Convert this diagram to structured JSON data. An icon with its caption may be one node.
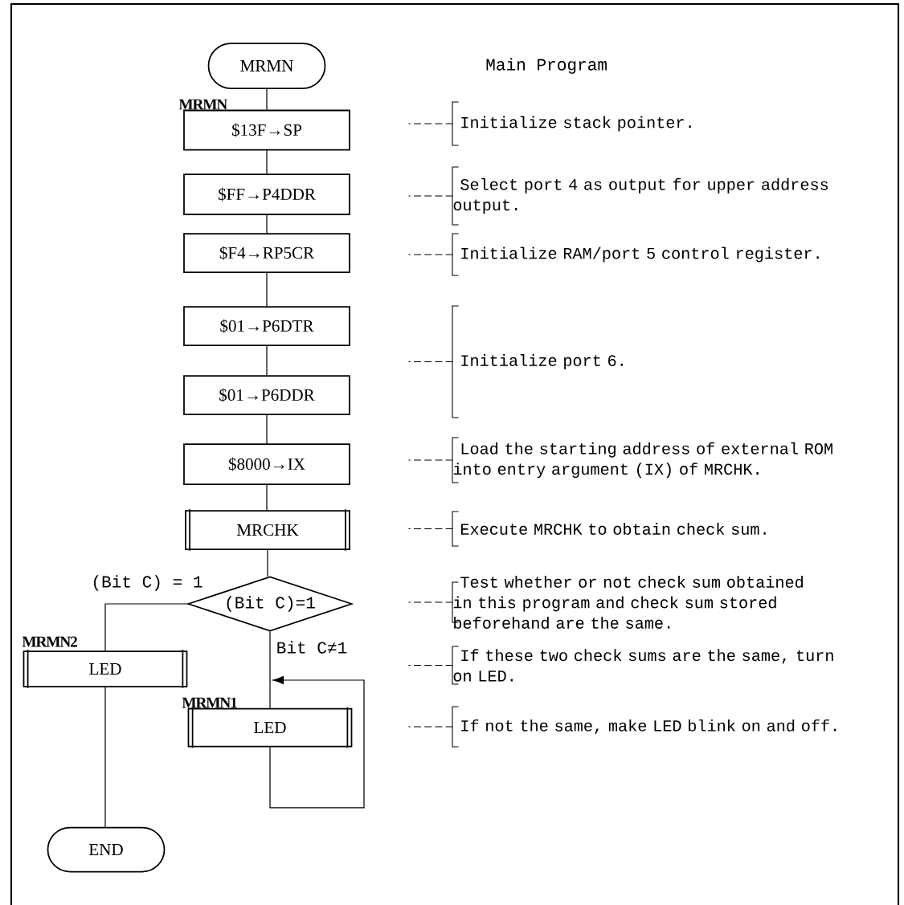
{
  "diagram": {
    "title": "Main Program",
    "nodes": [
      {
        "text": [
          "MRMN"
        ]
      },
      {
        "text": [
          "$13F→SP"
        ],
        "beside": [
          "MRMN"
        ]
      },
      {
        "text": [
          "$FF→P4DDR"
        ]
      },
      {
        "text": [
          "$F4→RP5CR"
        ]
      },
      {
        "text": [
          "$01→P6DTR"
        ]
      },
      {
        "text": [
          "$01→P6DDR"
        ]
      },
      {
        "text": [
          "$8000→IX"
        ]
      },
      {
        "text": [
          "MRCHK"
        ]
      },
      {
        "text": [
          "(Bit C)=1"
        ]
      },
      {
        "text": [
          "LED"
        ],
        "beside": [
          "MRMN2"
        ]
      },
      {
        "text": [
          "LED"
        ],
        "beside": [
          "MRMN1"
        ]
      },
      {
        "text": [
          "END"
        ]
      },
      {
        "text": [
          "Initialize stack pointer."
        ]
      },
      {
        "text": [
          "Select port 4 as output for upper address output."
        ]
      },
      {
        "text": [
          "Initialize RAM/port 5 control register."
        ]
      },
      {
        "text": [
          "Initialize port 6."
        ]
      },
      {
        "text": [
          "Load the starting address of external ROM into entry argument (IX) of MRCHK."
        ]
      },
      {
        "text": [
          "Execute MRCHK to obtain check sum."
        ]
      },
      {
        "text": [
          "Test whether or not check sum obtained in this program and check sum stored beforehand are the same."
        ]
      },
      {
        "text": [
          "If these two check sums are the same, turn on LED."
        ]
      },
      {
        "text": [
          "If not the same, make LED blink on and off."
        ]
      }
    ],
    "edges": [
      {
        "from": 0,
        "to": 1,
        "arrow": "none"
      },
      {
        "from": 1,
        "to": 2,
        "arrow": "none"
      },
      {
        "from": 2,
        "to": 3,
        "arrow": "none"
      },
      {
        "from": 3,
        "to": 4,
        "arrow": "none"
      },
      {
        "from": 4,
        "to": 5,
        "arrow": "none"
      },
      {
        "from": 5,
        "to": 6,
        "arrow": "none"
      },
      {
        "from": 6,
        "to": 7,
        "arrow": "none"
      },
      {
        "from": 7,
        "to": 8,
        "arrow": "none"
      },
      {
        "from": 8,
        "to": 9,
        "arrow": "none",
        "label": "(Bit C) = 1"
      },
      {
        "from": 8,
        "to": 10,
        "arrow": "none",
        "label": "Bit C≠1"
      },
      {
        "from": 10,
        "to": 10,
        "arrow": "to"
      },
      {
        "from": 9,
        "to": 11,
        "arrow": "none"
      },
      {
        "from": 12,
        "to": null,
        "arrow": "none",
        "style": "dashed"
      },
      {
        "from": 13,
        "to": null,
        "arrow": "none",
        "style": "dashed"
      },
      {
        "from": 14,
        "to": null,
        "arrow": "none",
        "style": "dashed"
      },
      {
        "from": 15,
        "to": null,
        "arrow": "none",
        "style": "dashed"
      },
      {
        "from": 16,
        "to": null,
        "arrow": "none",
        "style": "dashed"
      },
      {
        "from": 17,
        "to": null,
        "arrow": "none",
        "style": "dashed"
      },
      {
        "from": 18,
        "to": null,
        "arrow": "none",
        "style": "dashed"
      },
      {
        "from": 19,
        "to": null,
        "arrow": "none",
        "style": "dashed"
      },
      {
        "from": 20,
        "to": null,
        "arrow": "none",
        "style": "dashed"
      }
    ]
  }
}
